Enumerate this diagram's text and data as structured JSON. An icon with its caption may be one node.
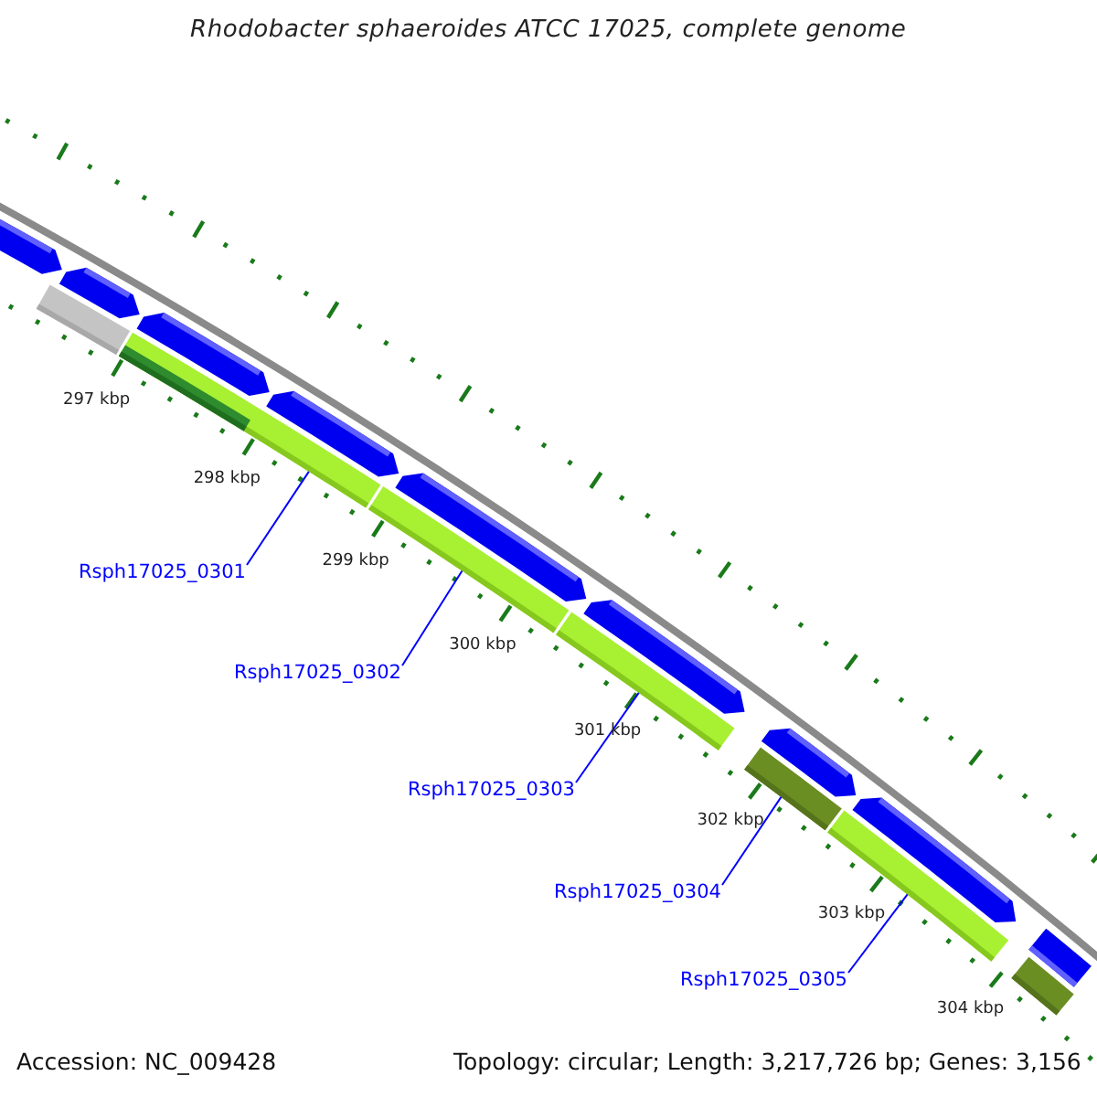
{
  "diagram": {
    "title": "Rhodobacter sphaeroides ATCC 17025, complete genome",
    "nodes": [
      {
        "text": [
          "Rsph17025_0301"
        ]
      },
      {
        "text": [
          "Rsph17025_0302"
        ]
      },
      {
        "text": [
          "Rsph17025_0303"
        ]
      },
      {
        "text": [
          "Rsph17025_0304"
        ]
      },
      {
        "text": [
          "Rsph17025_0305"
        ]
      },
      {
        "text": [],
        "shape": "bar"
      },
      {
        "text": [],
        "shape": "bar"
      },
      {
        "text": [],
        "shape": "bar"
      },
      {
        "text": [],
        "shape": "bar"
      },
      {
        "text": [],
        "shape": "bar"
      },
      {
        "text": [],
        "shape": "bar"
      },
      {
        "text": [],
        "shape": "bar"
      },
      {
        "text": [],
        "shape": "bar"
      },
      {
        "text": [],
        "shape": "bar"
      },
      {
        "text": [],
        "shape": "bar"
      },
      {
        "text": [],
        "shape": "bar"
      },
      {
        "text": [],
        "shape": "bar",
        "in": 15
      },
      {
        "text": [],
        "shape": "bar"
      },
      {
        "text": [],
        "shape": "bar"
      },
      {
        "text": [],
        "shape": "bar"
      },
      {
        "text": [],
        "shape": "bar"
      },
      {
        "text": [],
        "shape": "bar"
      }
    ],
    "edges": [
      {
        "from": 0,
        "to": 15,
        "arrow": "none"
      },
      {
        "from": 1,
        "to": 17,
        "arrow": "none"
      },
      {
        "from": 2,
        "to": 18,
        "arrow": "none"
      },
      {
        "from": 3,
        "to": 19,
        "arrow": "none"
      },
      {
        "from": 4,
        "to": 20,
        "arrow": "none"
      }
    ],
    "labels": [
      "297 kbp",
      "298 kbp",
      "299 kbp",
      "300 kbp",
      "301 kbp",
      "302 kbp",
      "303 kbp",
      "304 kbp",
      "Accession: NC_009428",
      "Topology: circular; Length: 3,217,726 bp; Genes: 3,156"
    ]
  }
}
